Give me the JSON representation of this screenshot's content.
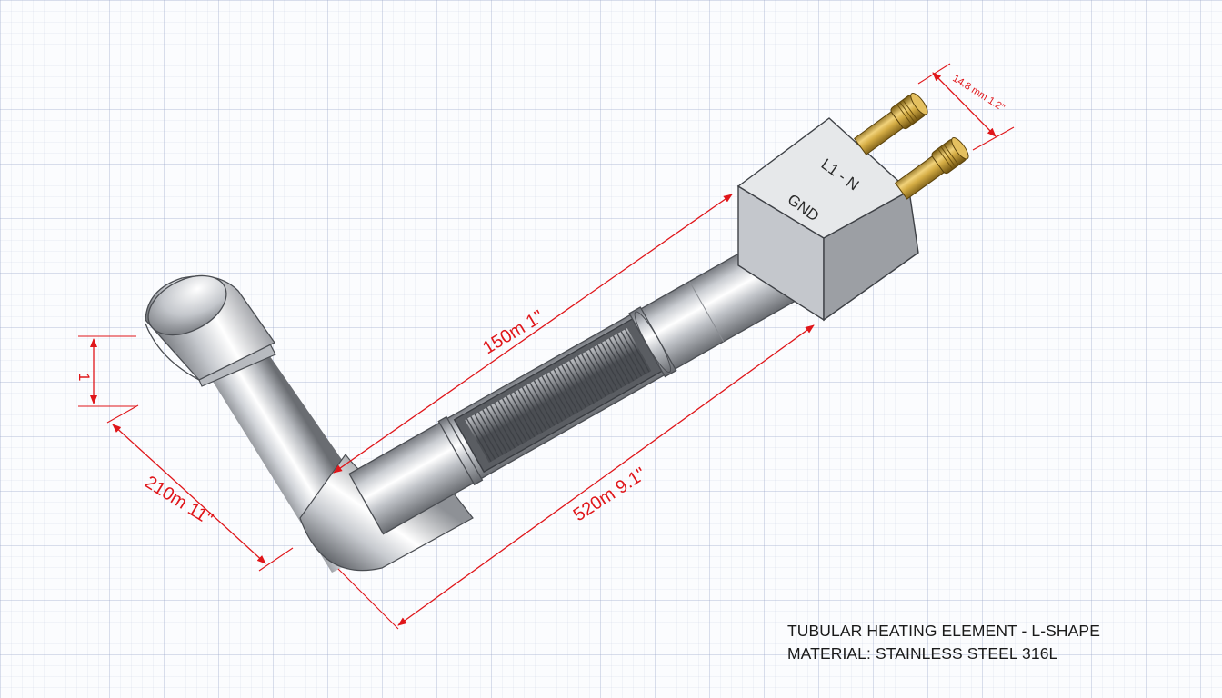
{
  "title_block": {
    "line1": "TUBULAR HEATING ELEMENT - L-SHAPE",
    "line2": "MATERIAL:  STAINLESS STEEL 316L"
  },
  "terminal_box": {
    "label_phase": "L1 - N",
    "label_ground": "GND"
  },
  "dimensions": {
    "upper_length": "150m 1\"",
    "lower_length": "520m 9.1\"",
    "leg_length": "210m  11\"",
    "pin_spacing": "14.8 mm 1.2\"",
    "cap_height": "1"
  },
  "colors": {
    "dimension_lines": "#e0161a",
    "tube_metal": "#b9bcc1",
    "terminal_brass": "#c9a43b",
    "grid": "#c8d0e2"
  }
}
